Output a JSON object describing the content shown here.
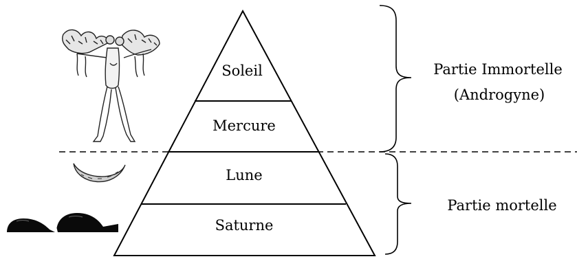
{
  "pyramid": {
    "levels": [
      {
        "label": "Soleil"
      },
      {
        "label": "Mercure"
      },
      {
        "label": "Lune"
      },
      {
        "label": "Saturne"
      }
    ]
  },
  "groups": {
    "immortal": {
      "line1": "Partie Immortelle",
      "line2": "(Androgyne)"
    },
    "mortal": {
      "line1": "Partie mortelle"
    }
  },
  "illustrations": [
    {
      "icon": "androgyne-figure-icon"
    },
    {
      "icon": "crescent-moon-icon"
    },
    {
      "icon": "earth-mounds-icon"
    }
  ]
}
